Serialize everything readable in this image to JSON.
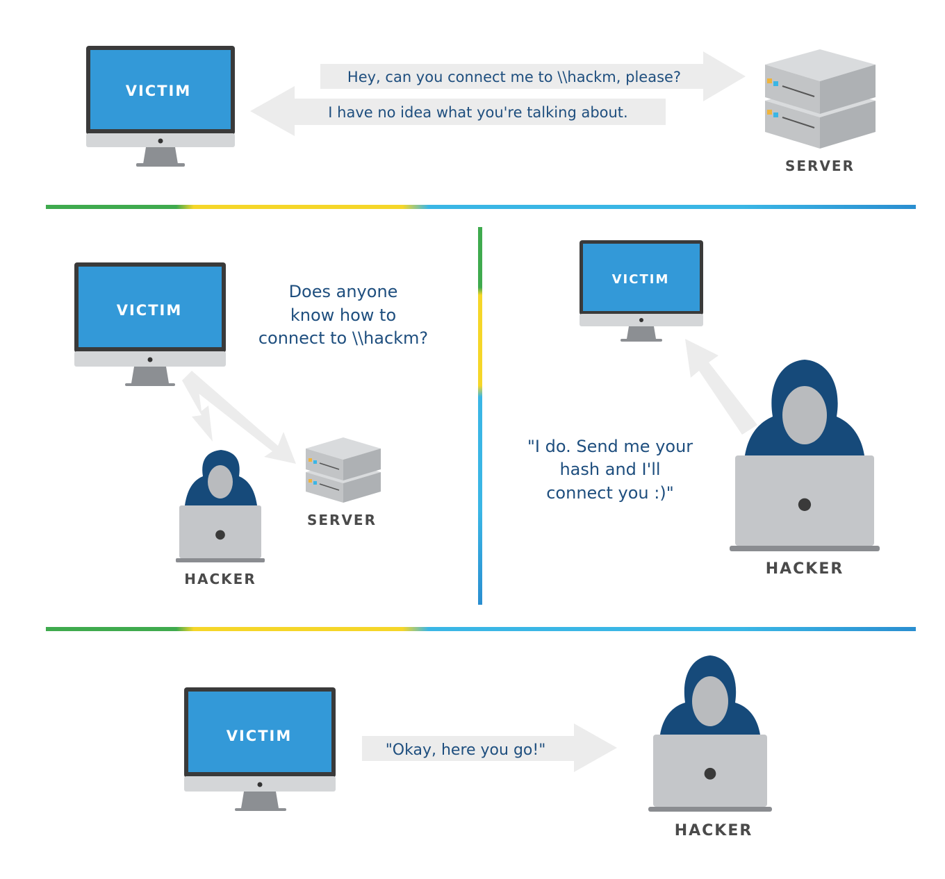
{
  "colors": {
    "screen": "#3399d8",
    "bezel": "#3a3a3a",
    "chin": "#d4d6d8",
    "stand": "#8c8f93",
    "hood": "#164a7a",
    "face": "#b9bbbe",
    "laptop": "#c4c6c9",
    "laptop_base": "#8a8c90",
    "server_top": "#d9dbdd",
    "server_left": "#c2c4c6",
    "server_right": "#aeb1b4",
    "arrow": "#ececec",
    "text": "#1e4e7e",
    "label": "#4a4a4a",
    "green": "#3faa4e",
    "yellow": "#f5d629",
    "cyan": "#3ab6e5",
    "blue": "#2a8ed0"
  },
  "panel1": {
    "victim_label": "VICTIM",
    "server_label": "SERVER",
    "request": "Hey, can you connect me to \\\\hackm, please?",
    "response": "I have no idea what you're talking about."
  },
  "panel2": {
    "victim_label": "VICTIM",
    "server_label": "SERVER",
    "hacker_label": "HACKER",
    "question_line1": "Does anyone",
    "question_line2": "know how to",
    "question_line3": "connect to \\\\hackm?"
  },
  "panel3": {
    "victim_label": "VICTIM",
    "hacker_label": "HACKER",
    "reply_line1": "\"I do. Send me your",
    "reply_line2": "hash and I'll",
    "reply_line3": "connect you :)\""
  },
  "panel4": {
    "victim_label": "VICTIM",
    "hacker_label": "HACKER",
    "answer": "\"Okay, here you go!\""
  }
}
